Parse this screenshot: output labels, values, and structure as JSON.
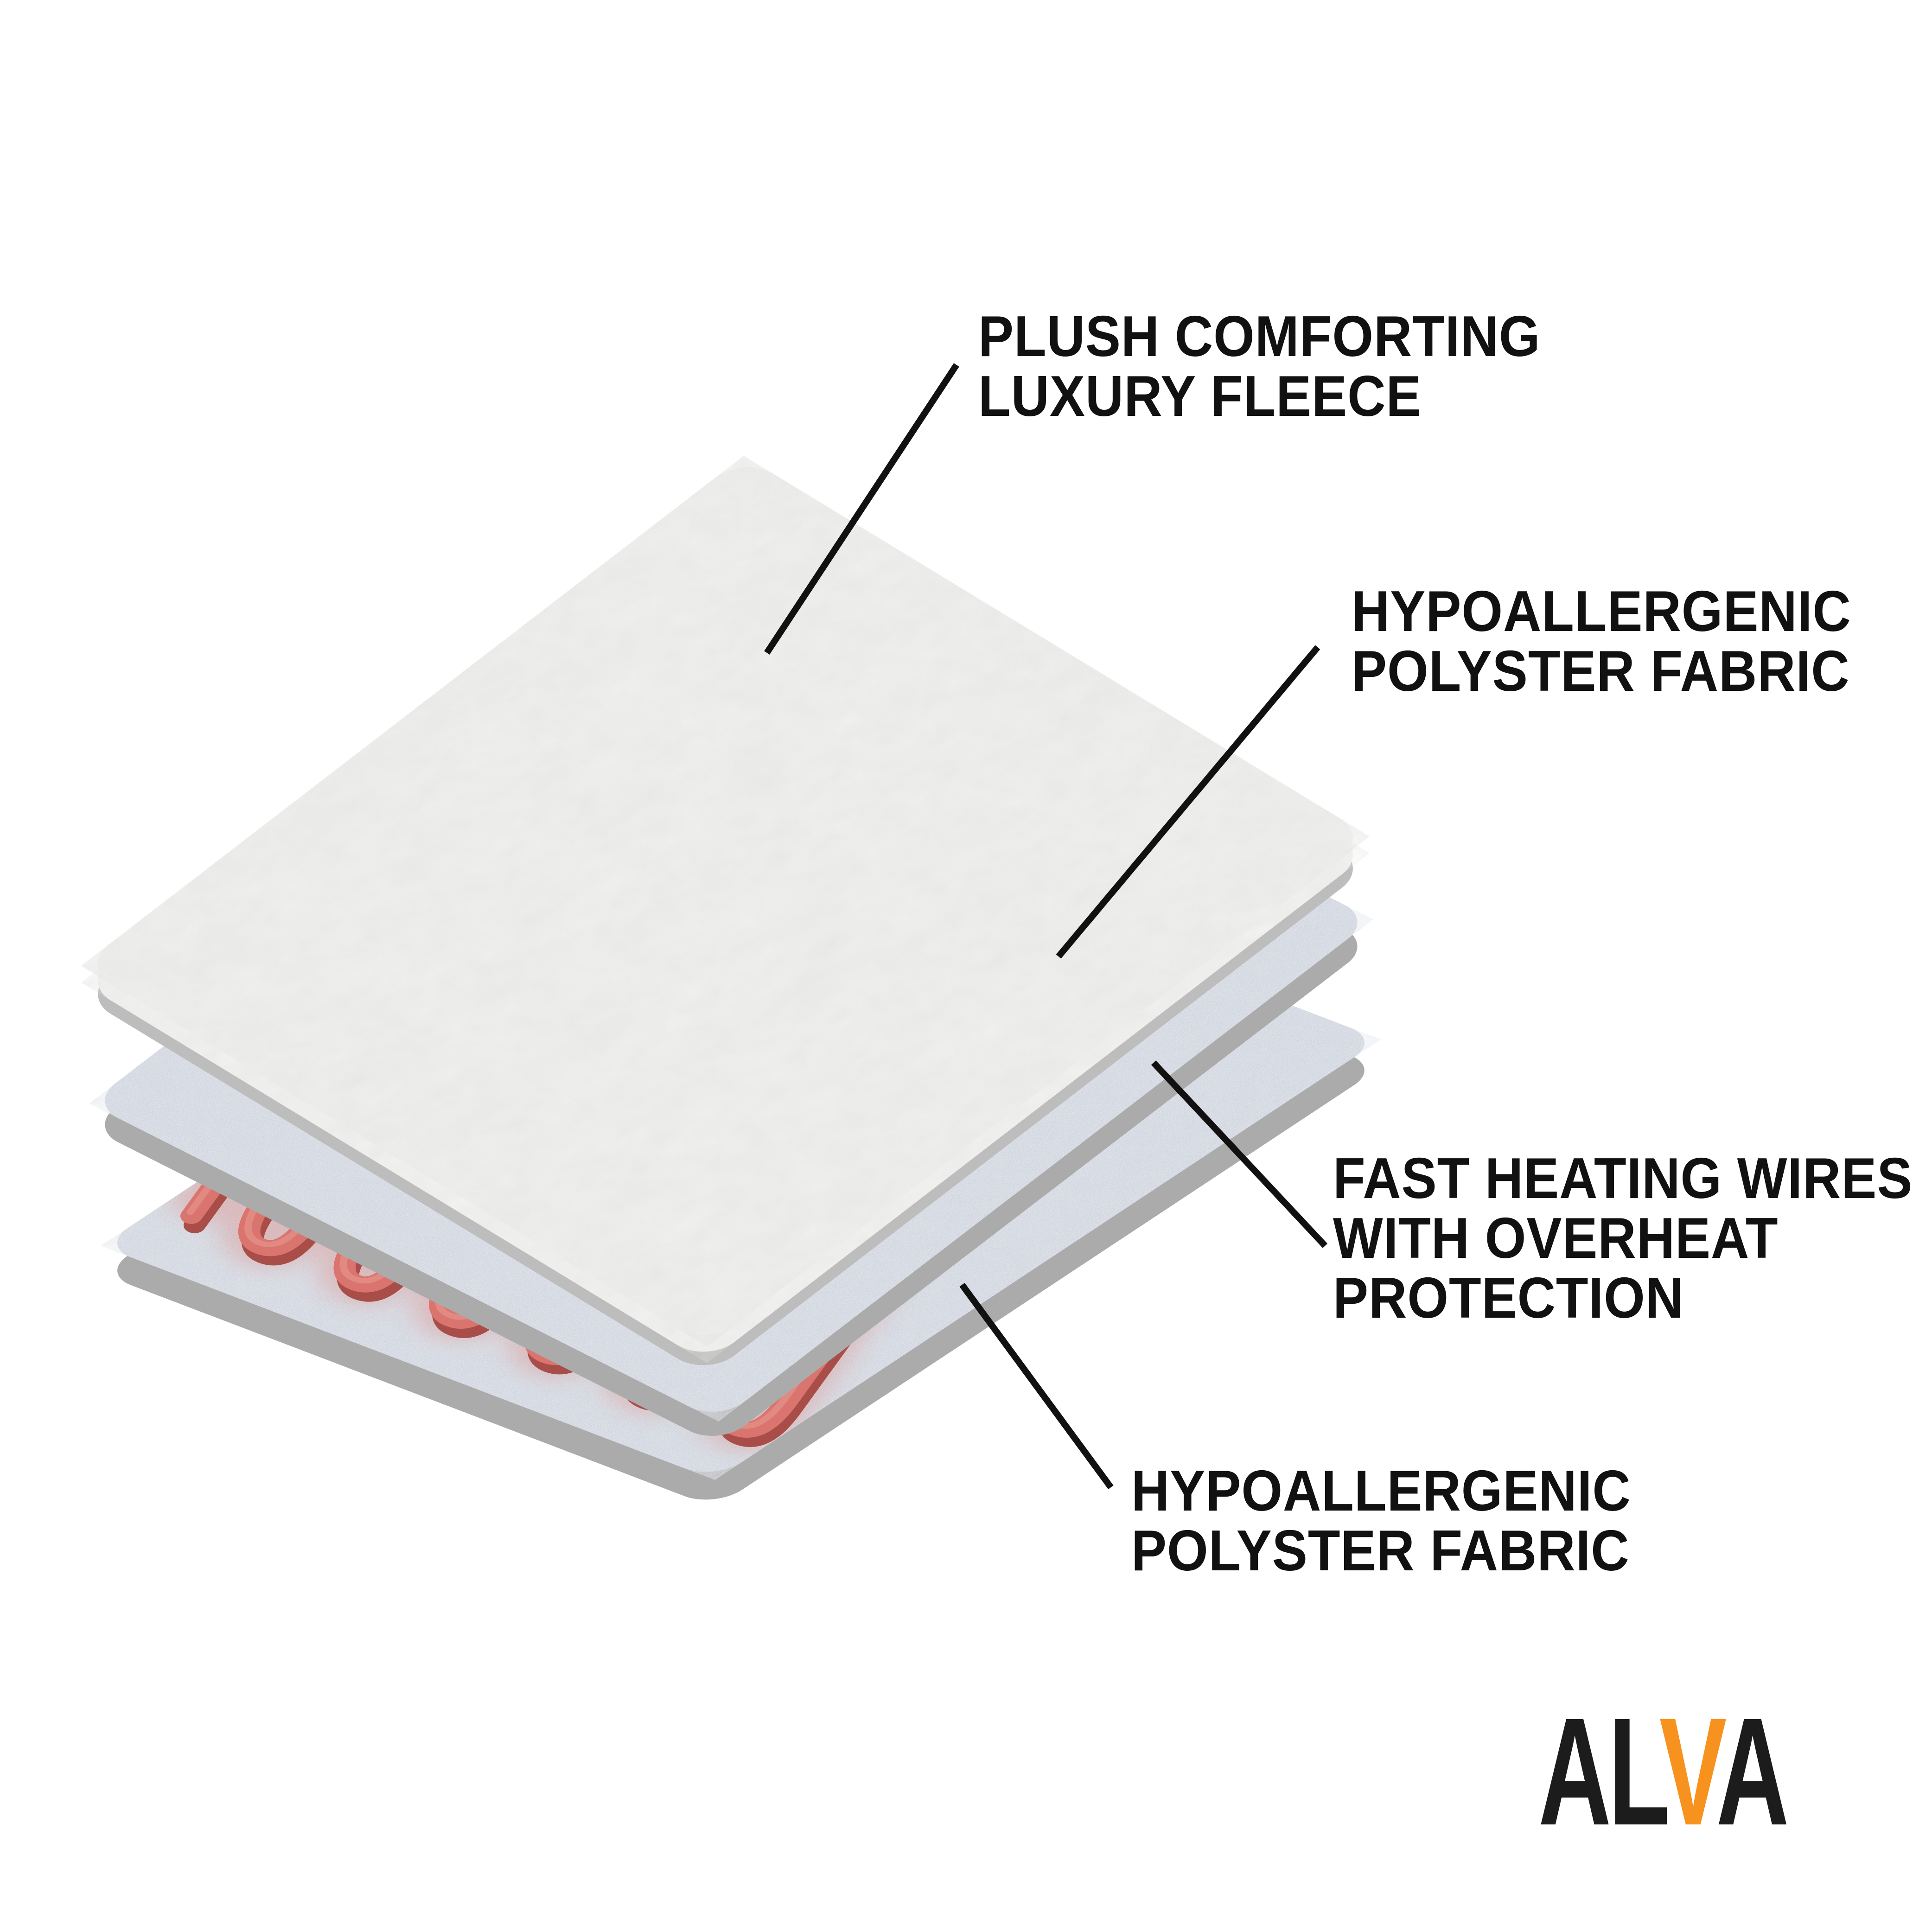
{
  "callouts": [
    {
      "id": "fleece",
      "lines": [
        "PLUSH COMFORTING",
        "LUXURY FLEECE"
      ]
    },
    {
      "id": "top-fabric",
      "lines": [
        "HYPOALLERGENIC",
        "POLYSTER FABRIC"
      ]
    },
    {
      "id": "heating-wires",
      "lines": [
        "FAST HEATING WIRES",
        "WITH OVERHEAT",
        "PROTECTION"
      ]
    },
    {
      "id": "bottom-fabric",
      "lines": [
        "HYPOALLERGENIC",
        "POLYSTER FABRIC"
      ]
    }
  ],
  "logo": {
    "brand": "ALVA",
    "letters": [
      {
        "char": "A",
        "color": "#1c1c1c"
      },
      {
        "char": "L",
        "color": "#1c1c1c"
      },
      {
        "char": "V",
        "color": "#f6921d"
      },
      {
        "char": "A",
        "color": "#1c1c1c"
      }
    ]
  },
  "colors": {
    "background": "#ffffff",
    "text": "#111111",
    "line": "#111111",
    "logo_black": "#1c1c1c",
    "logo_accent": "#f6921d",
    "fleece": "#f3f3f1",
    "fleece_rim": "#bdbdbd",
    "fabric": "#c9ced9",
    "fabric_rim": "#ababab",
    "wire": "#d9756e",
    "wire_dark": "#a84d48",
    "wire_highlight": "#ea9a92",
    "wire_glow": "#de8078"
  }
}
